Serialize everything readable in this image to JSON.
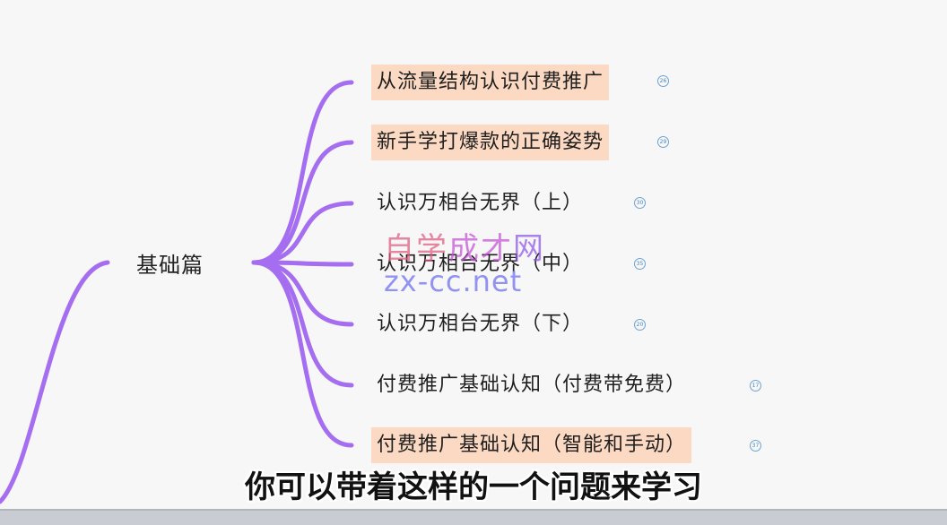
{
  "mindmap": {
    "root": "基础篇",
    "topics": [
      {
        "label": "从流量结构认识付费推广",
        "badge": "26",
        "highlighted": true
      },
      {
        "label": "新手学打爆款的正确姿势",
        "badge": "29",
        "highlighted": true
      },
      {
        "label": "认识万相台无界（上）",
        "badge": "30",
        "highlighted": false
      },
      {
        "label": "认识万相台无界（中）",
        "badge": "35",
        "highlighted": false
      },
      {
        "label": "认识万相台无界（下）",
        "badge": "20",
        "highlighted": false
      },
      {
        "label": "付费推广基础认知（付费带免费）",
        "badge": "17",
        "highlighted": false
      },
      {
        "label": "付费推广基础认知（智能和手动）",
        "badge": "37",
        "highlighted": true
      }
    ]
  },
  "watermark": {
    "cn_1": "自学",
    "cn_2": "成才",
    "cn_3": "网",
    "en": "zx-cc.net"
  },
  "caption": "你可以带着这样的一个问题来学习",
  "colors": {
    "branch": "#a56ef0",
    "highlight": "#fcd9c2",
    "badge": "#4a86c0"
  }
}
